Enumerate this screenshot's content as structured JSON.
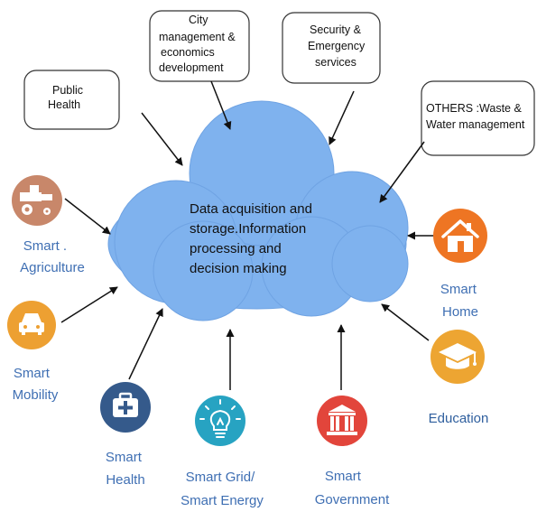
{
  "colors": {
    "cloud_fill": "#7fb2ee",
    "cloud_stroke": "#6fa3e3",
    "label_color": "#3f6fb3",
    "education_label_color": "#2f5f9e",
    "agriculture_circle": "#c8876a",
    "mobility_circle": "#eda032",
    "health_circle": "#355a8b",
    "energy_circle": "#27a3c2",
    "government_circle": "#e2453b",
    "home_circle": "#ee7523",
    "education_circle": "#eda532"
  },
  "cloud": {
    "text_lines": [
      "Data acquisition and",
      "storage.Information",
      "processing and",
      "decision making"
    ]
  },
  "boxes": {
    "public_health": {
      "lines": [
        "Public",
        "Health"
      ]
    },
    "city_management": {
      "lines": [
        "City",
        "management &",
        "economics",
        "development"
      ]
    },
    "security": {
      "lines": [
        "Security &",
        "Emergency",
        "services"
      ]
    },
    "others": {
      "lines": [
        "OTHERS :Waste &",
        "Water management"
      ]
    }
  },
  "icons": {
    "agriculture": {
      "icon": "tractor-icon",
      "label_lines": [
        "Smart .",
        "Agriculture"
      ]
    },
    "mobility": {
      "icon": "car-icon",
      "label_lines": [
        "Smart",
        "Mobility"
      ]
    },
    "health": {
      "icon": "medical-kit-icon",
      "label_lines": [
        "Smart",
        "Health"
      ]
    },
    "energy": {
      "icon": "lightbulb-icon",
      "label_lines": [
        "Smart Grid/",
        "Smart Energy"
      ]
    },
    "government": {
      "icon": "government-building-icon",
      "label_lines": [
        "Smart",
        "Government"
      ]
    },
    "home": {
      "icon": "house-icon",
      "label_lines": [
        "Smart",
        "Home"
      ]
    },
    "education": {
      "icon": "graduation-cap-icon",
      "label_lines": [
        "Education"
      ]
    }
  }
}
